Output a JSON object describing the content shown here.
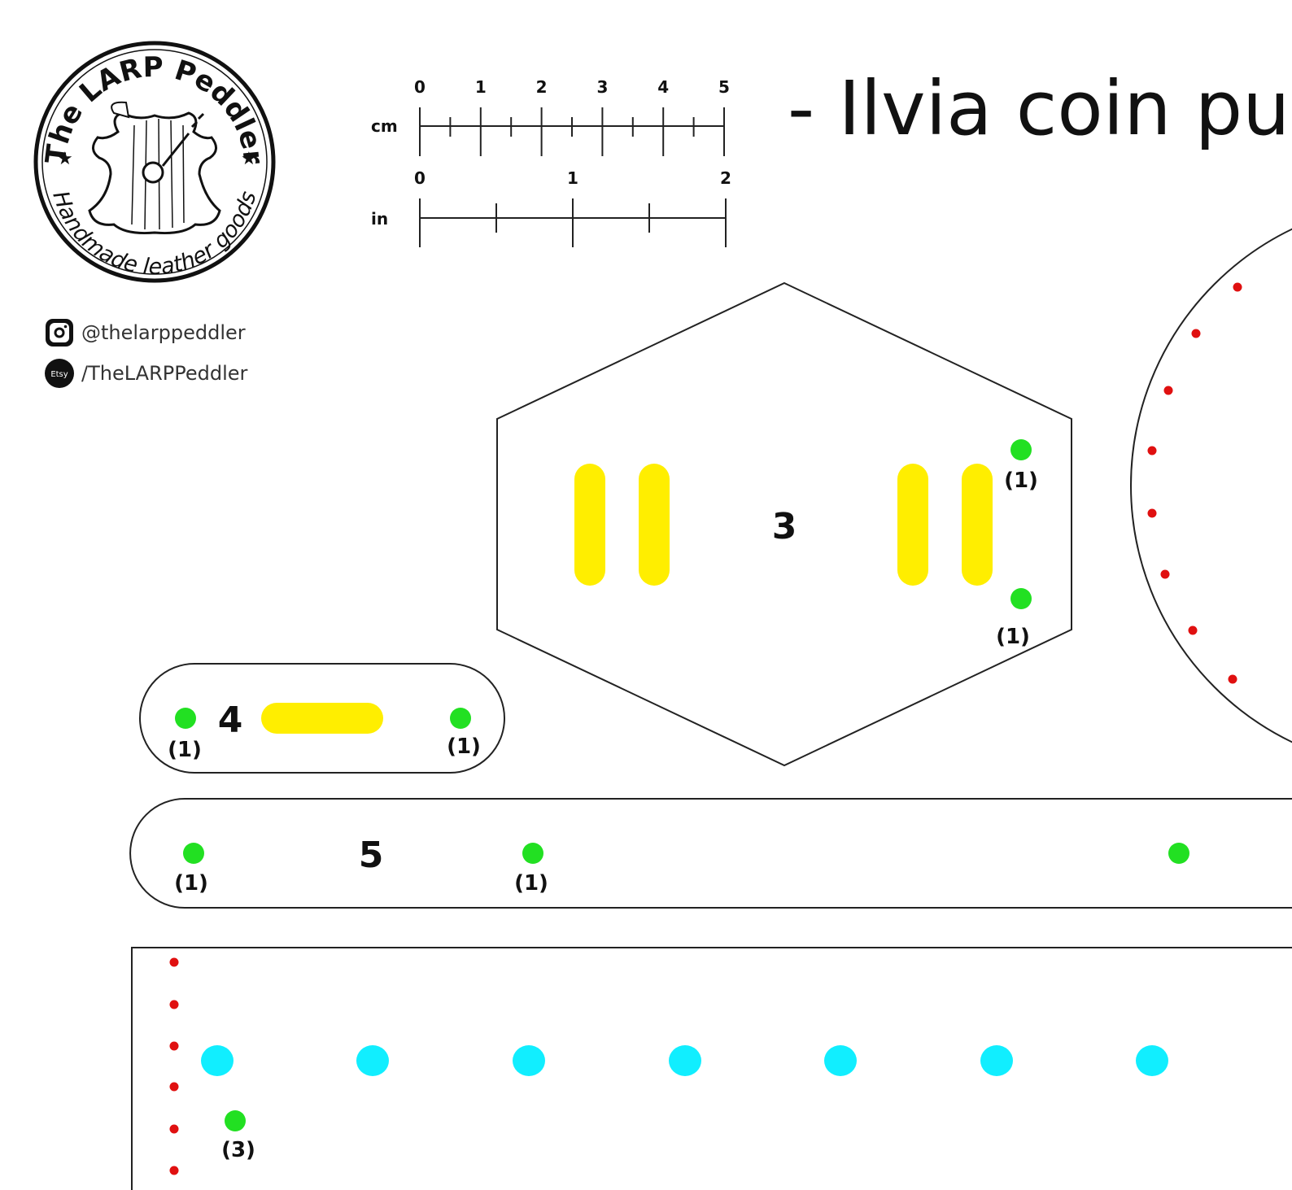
{
  "brand": {
    "name": "The LARP Peddler",
    "tagline": "Handmade leather goods"
  },
  "social": {
    "instagram": "@thelarppeddler",
    "etsy_badge": "Etsy",
    "etsy": "/TheLARPPeddler"
  },
  "title": "- Ilvia coin pu",
  "rulers": {
    "cm": {
      "unit": "cm",
      "labels": [
        "0",
        "1",
        "2",
        "3",
        "4",
        "5"
      ]
    },
    "in": {
      "unit": "in",
      "labels": [
        "0",
        "1",
        "2"
      ]
    }
  },
  "pieces": {
    "p3": {
      "number": "3",
      "hole_labels": [
        "(1)",
        "(1)"
      ]
    },
    "p4": {
      "number": "4",
      "hole_labels": [
        "(1)",
        "(1)"
      ]
    },
    "p5": {
      "number": "5",
      "hole_labels": [
        "(1)",
        "(1)"
      ]
    },
    "p6": {
      "hole_labels": [
        "(3)"
      ]
    }
  },
  "colors": {
    "slot": "#ffee00",
    "rivet_hole": "#22e022",
    "snap_hole": "#11eeff",
    "stitch_hole": "#e01010",
    "outline": "#222222"
  }
}
